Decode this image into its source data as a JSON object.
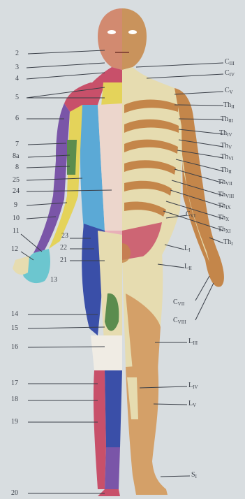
{
  "left_labels": [
    "2",
    "3",
    "4",
    "5",
    "6",
    "7",
    "8a",
    "8",
    "25",
    "24",
    "9",
    "10",
    "11",
    "12",
    "23",
    "22",
    "21",
    "13",
    "14",
    "15",
    "16",
    "17",
    "18",
    "19",
    "20"
  ],
  "right_labels": [
    {
      "main": "C",
      "sub": "III"
    },
    {
      "main": "C",
      "sub": "IV"
    },
    {
      "main": "C",
      "sub": "V"
    },
    {
      "main": "Th",
      "sub": "II"
    },
    {
      "main": "Th",
      "sub": "III"
    },
    {
      "main": "Th",
      "sub": "IV"
    },
    {
      "main": "Th",
      "sub": "V"
    },
    {
      "main": "Th",
      "sub": "VI"
    },
    {
      "main": "Th",
      "sub": "II"
    },
    {
      "main": "Th",
      "sub": "VII"
    },
    {
      "main": "Th",
      "sub": "VIII"
    },
    {
      "main": "Th",
      "sub": "IX"
    },
    {
      "main": "Th",
      "sub": "X"
    },
    {
      "main": "Th",
      "sub": "XI"
    },
    {
      "main": "Th",
      "sub": "I"
    },
    {
      "main": "C",
      "sub": "VI"
    },
    {
      "main": "L",
      "sub": "I"
    },
    {
      "main": "L",
      "sub": "II"
    },
    {
      "main": "C",
      "sub": "VII"
    },
    {
      "main": "C",
      "sub": "VIII"
    },
    {
      "main": "L",
      "sub": "III"
    },
    {
      "main": "L",
      "sub": "IV"
    },
    {
      "main": "L",
      "sub": "V"
    },
    {
      "main": "S",
      "sub": "I"
    }
  ],
  "colors": {
    "background": "#d8dde0",
    "skin": "#d4a068",
    "skin_dark": "#b8763c",
    "pale": "#e6dcb0",
    "blue": "#5ba9d6",
    "violet": "#7a55a8",
    "red": "#c8506a",
    "yellow": "#e4d35a",
    "cyan": "#6cc6cf",
    "green": "#5b8c4e",
    "pink": "#e8b0b8",
    "line": "#3a3f48"
  }
}
